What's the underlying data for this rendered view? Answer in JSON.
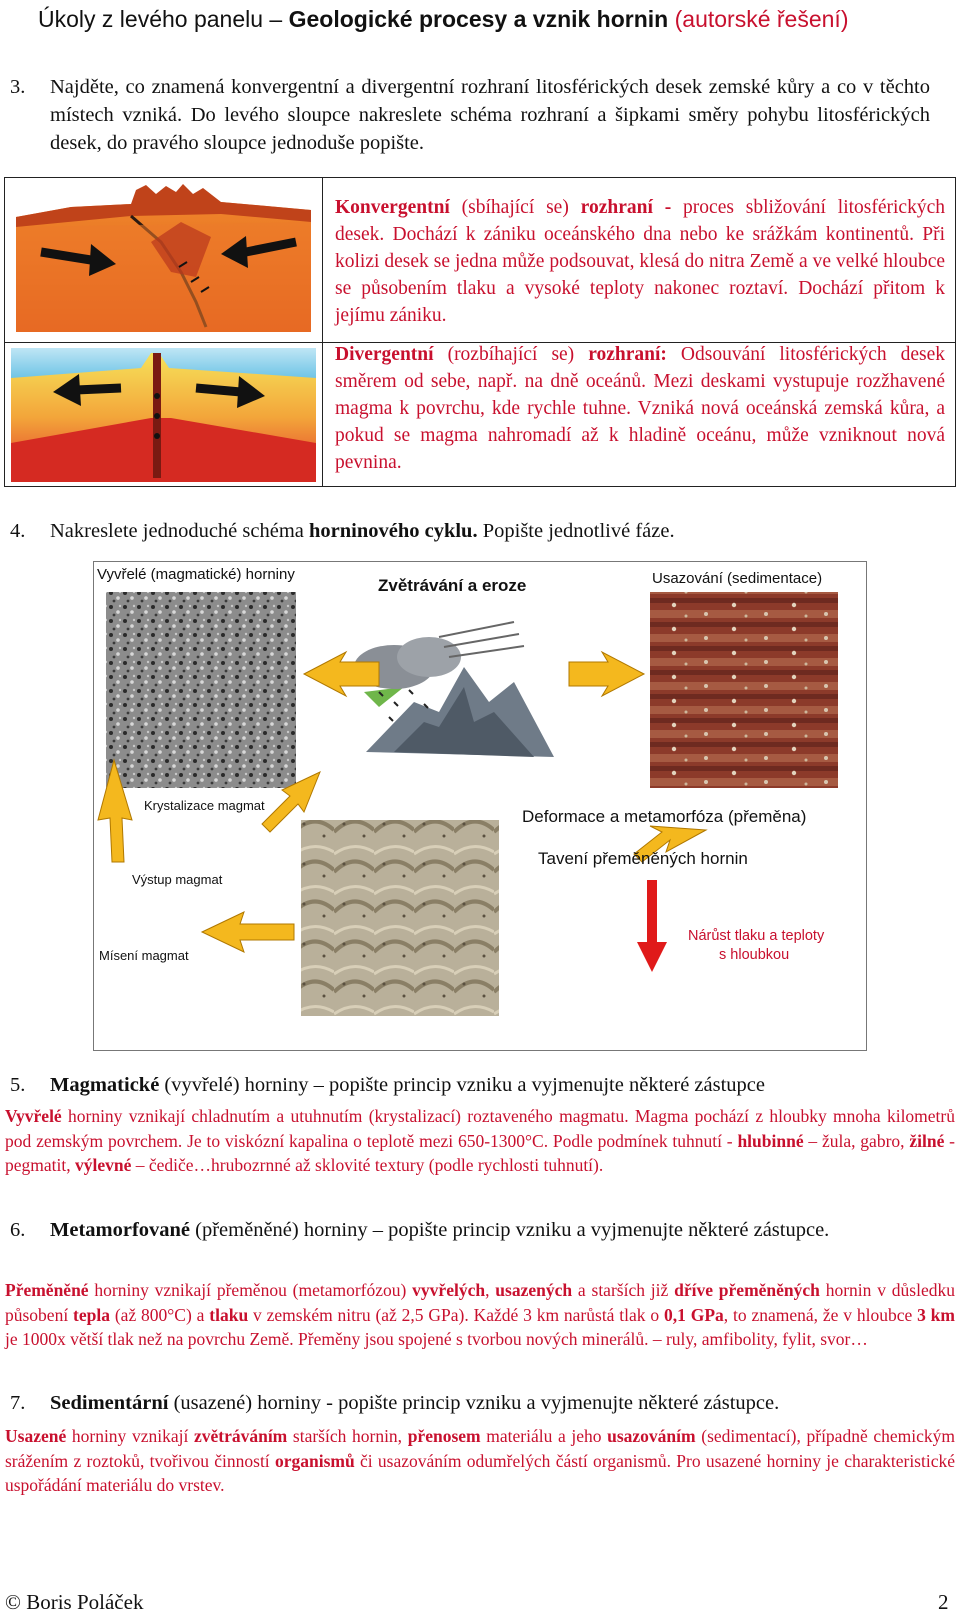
{
  "header": {
    "prefix": "Úkoly z levého panelu – ",
    "title": "Geologické procesy a vznik hornin",
    "suffix": " (autorské řešení)"
  },
  "q3": {
    "number": "3.",
    "text": "Najděte, co znamená konvergentní a divergentní rozhraní litosférických desek zemské kůry a co v těchto místech vzniká. Do levého sloupce nakreslete schéma rozhraní a šipkami směry pohybu litosférických desek, do pravého sloupce jednoduše popište."
  },
  "convergent": {
    "term": "Konvergentní",
    "paren": " (sbíhající se) ",
    "term2": "rozhraní -",
    "text": " proces sbližování litosférických desek. Dochází k zániku oceánského dna nebo ke srážkám kontinentů. Při kolizi desek se jedna může podsouvat, klesá do nitra Země a ve velké hloubce se působením tlaku a vysoké teploty nakonec roztaví. Dochází přitom k jejímu zániku."
  },
  "divergent": {
    "term": "Divergentní",
    "paren": " (rozbíhající se) ",
    "term2": "rozhraní:",
    "text": " Odsouvání litosférických desek směrem od sebe, např. na dně oceánů. Mezi deskami vystupuje rozžhavené magma k povrchu, kde rychle tuhne. Vzniká nová oceánská zemská kůra, a pokud se magma nahromadí až k hladině oceánu, může vzniknout nová pevnina."
  },
  "q4": {
    "number": "4.",
    "text1": "Nakreslete jednoduché schéma ",
    "bold": "horninového cyklu.",
    "text2": " Popište jednotlivé fáze."
  },
  "cycle": {
    "igneous": "Vyvřelé (magmatické) horniny",
    "weathering": "Zvětrávání a eroze",
    "sedimentation": "Usazování (sedimentace)",
    "crystallization": "Krystalizace magmat",
    "ascent": "Výstup magmat",
    "mixing": "Mísení magmat",
    "deformation": "Deformace a metamorfóza (přeměna)",
    "melting": "Tavení přeměněných hornin",
    "pressure": "Nárůst tlaku a teploty",
    "depth": "s hloubkou"
  },
  "q5": {
    "number": "5.",
    "bold": "Magmatické",
    "text": " (vyvřelé) horniny – popište princip vzniku a vyjmenujte některé zástupce"
  },
  "a5": {
    "w1": "Vyvřelé",
    "t1": " horniny vznikají chladnutím a utuhnutím (krystalizací) roztaveného magmatu. Magma pochází z hloubky mnoha kilometrů pod zemským povrchem. Je to viskózní kapalina o teplotě mezi 650-1300°C. Podle podmínek tuhnutí - ",
    "w2": "hlubinné",
    "t2": " – žula, gabro, ",
    "w3": "žilné",
    "t3": " - pegmatit, ",
    "w4": "výlevné",
    "t4": " – čediče…hrubozrnné až sklovité textury (podle rychlosti tuhnutí)."
  },
  "q6": {
    "number": "6.",
    "bold": "Metamorfované",
    "text": " (přeměněné) horniny – popište princip vzniku a vyjmenujte některé zástupce."
  },
  "a6": {
    "w1": "Přeměněné",
    "t1": " horniny vznikají přeměnou (metamorfózou) ",
    "w2": "vyvřelých",
    "t2": ", ",
    "w3": "usazených",
    "t3": " a starších již ",
    "w4": "dříve přeměněných",
    "t4": " hornin v důsledku působení ",
    "w5": "tepla",
    "t5": " (až 800°C) a ",
    "w6": "tlaku",
    "t6": " v zemském nitru (až 2,5 GPa). Každé 3 km narůstá tlak o ",
    "w7": "0,1 GPa",
    "t7": ", to znamená, že v hloubce ",
    "w8": "3 km",
    "t8": " je 1000x větší tlak než na povrchu Země. Přeměny jsou spojené s tvorbou nových minerálů. – ruly, amfibolity, fylit, svor…"
  },
  "q7": {
    "number": "7.",
    "bold": "Sedimentární",
    "text": " (usazené) horniny - popište princip vzniku a vyjmenujte některé zástupce."
  },
  "a7": {
    "w1": "Usazené",
    "t1": " horniny vznikají ",
    "w2": "zvětráváním",
    "t2": " starších hornin, ",
    "w3": "přenosem",
    "t3": " materiálu a jeho ",
    "w4": "usazováním",
    "t4": " (sedimentací), případně chemickým srážením z roztoků, tvořivou činností ",
    "w5": "organismů",
    "t5": " či usazováním odumřelých částí organismů. Pro usazené horniny je charakteristické uspořádání materiálu do vrstev."
  },
  "footer": {
    "author": "© Boris Poláček",
    "page": "2"
  }
}
